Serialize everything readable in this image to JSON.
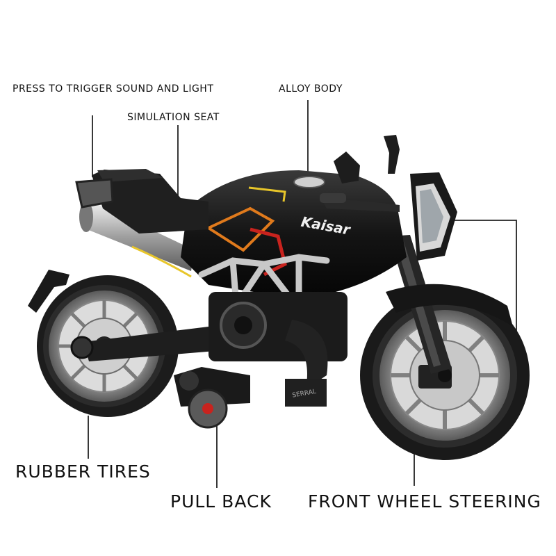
{
  "labels": {
    "press_trigger": "PRESS TO TRIGGER SOUND AND LIGHT",
    "alloy_body": "ALLOY BODY",
    "simulation_seat": "SIMULATION SEAT",
    "rubber_tires": "RUBBER TIRES",
    "pull_back": "PULL BACK",
    "front_wheel_steering": "FRONT WHEEL STEERING"
  },
  "tank_brand": "Kaisar",
  "motor_badge": "SERRAL",
  "colors": {
    "body": "#141414",
    "tire": "#1c1c1c",
    "rim": "#a9a9a9",
    "frame": "#c8c8c8",
    "accent_orange": "#e07a1c",
    "accent_red": "#c8231e",
    "accent_yellow": "#e8c62a",
    "lead_line": "#222222"
  }
}
